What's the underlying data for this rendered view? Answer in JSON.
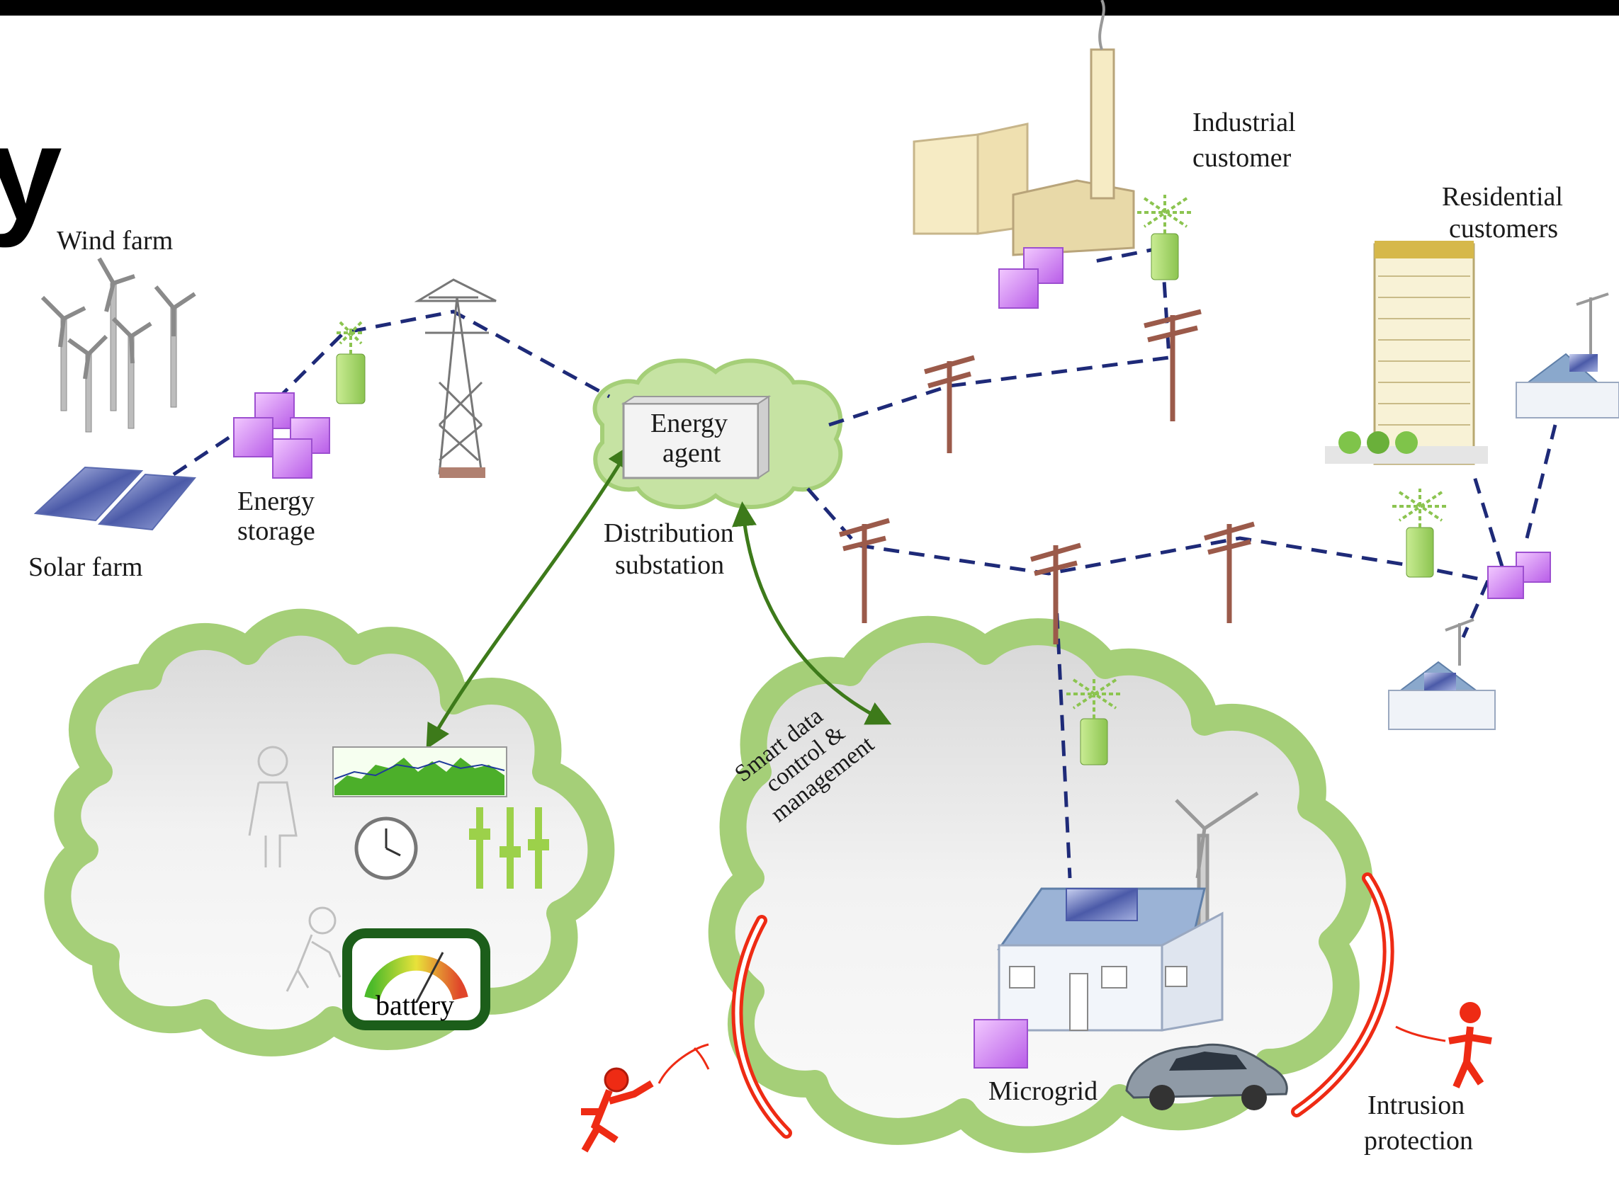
{
  "slide": {
    "title_fragment": "y"
  },
  "labels": {
    "wind_farm": "Wind farm",
    "solar_farm": "Solar farm",
    "energy_storage_1": "Energy",
    "energy_storage_2": "storage",
    "energy_agent_1": "Energy",
    "energy_agent_2": "agent",
    "distribution_1": "Distribution",
    "distribution_2": "substation",
    "industrial_1": "Industrial",
    "industrial_2": "customer",
    "residential_1": "Residential",
    "residential_2": "customers",
    "smart_1": "Smart data",
    "smart_2": "control &",
    "smart_3": "management",
    "microgrid": "Microgrid",
    "intrusion_1": "Intrusion",
    "intrusion_2": "protection",
    "battery": "battery"
  },
  "colors": {
    "cloud_green": "#a5cf78",
    "cloud_inner": "#e6e6e6",
    "link_dashed": "#1e2a78",
    "control_arrow": "#3d7a1a",
    "pole": "#9b5a4a",
    "storage_purple": "#cf8cf2",
    "meter_green": "#b4e07a",
    "intruder_red": "#ee2b14"
  }
}
